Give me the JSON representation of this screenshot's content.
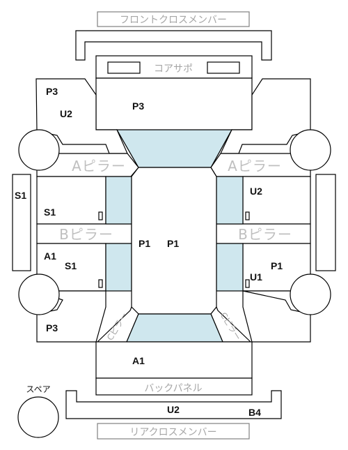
{
  "labels": {
    "front_cross_member": "フロントクロスメンバー",
    "core_support": "コアサポ",
    "a_pillar_left": "Aピラー",
    "a_pillar_right": "Aピラー",
    "b_pillar_left": "Bピラー",
    "b_pillar_right": "Bピラー",
    "c_pillar_left": "Cピラー",
    "c_pillar_right": "Cピラー",
    "back_panel": "バックパネル",
    "rear_cross_member": "リアクロスメンバー",
    "spare": "スペア"
  },
  "markers": {
    "front_left_p3": "P3",
    "front_left_u2": "U2",
    "hood_p3": "P3",
    "left_sill_s1": "S1",
    "front_left_door_s1": "S1",
    "rear_left_door_a1": "A1",
    "rear_left_door_s1": "S1",
    "roof_p1_a": "P1",
    "roof_p1_b": "P1",
    "front_right_door_u2": "U2",
    "rear_right_door_p1": "P1",
    "rear_right_door_u1": "U1",
    "rear_left_p3": "P3",
    "trunk_a1": "A1",
    "rear_bumper_u2": "U2",
    "rear_bumper_b4": "B4"
  },
  "colors": {
    "glass": "#cfe7ee",
    "outline": "#000000",
    "muted_text": "#a6a6a6"
  }
}
